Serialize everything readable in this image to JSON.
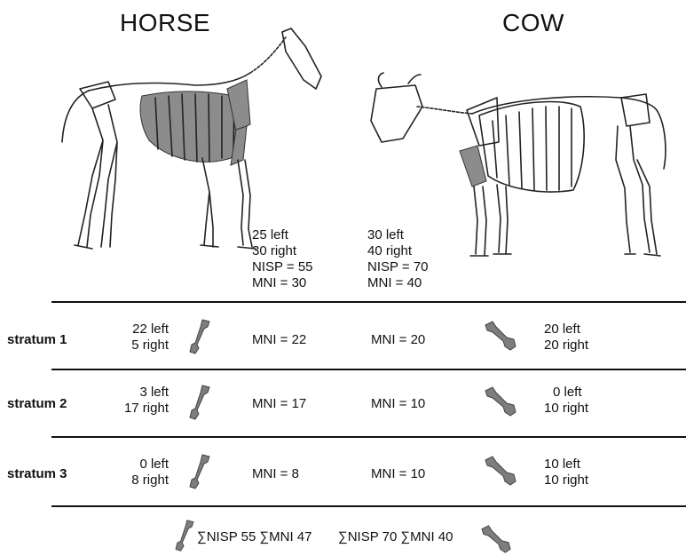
{
  "animals": {
    "horse": {
      "title": "HORSE",
      "left": "25 left",
      "right": "30 right",
      "nisp": "NISP = 55",
      "mni": "MNI = 30",
      "total": "∑NISP 55 ∑MNI 47"
    },
    "cow": {
      "title": "COW",
      "left": "30 left",
      "right": "40 right",
      "nisp": "NISP = 70",
      "mni": "MNI = 40",
      "total": "∑NISP 70 ∑MNI 40"
    }
  },
  "strata": [
    {
      "label": "stratum 1",
      "horse_left": "22 left",
      "horse_right": "5 right",
      "horse_mni": "MNI = 22",
      "cow_mni": "MNI = 20",
      "cow_left": "20 left",
      "cow_right": "20 right"
    },
    {
      "label": "stratum 2",
      "horse_left": "3 left",
      "horse_right": "17 right",
      "horse_mni": "MNI = 17",
      "cow_mni": "MNI = 10",
      "cow_left": "0 left",
      "cow_right": "10 right"
    },
    {
      "label": "stratum 3",
      "horse_left": "0 left",
      "horse_right": "8 right",
      "horse_mni": "MNI = 8",
      "cow_mni": "MNI = 10",
      "cow_left": "10 left",
      "cow_right": "10 right"
    }
  ],
  "icons": {
    "horse_skeleton": "horse-skeleton-icon",
    "cow_skeleton": "cow-skeleton-icon",
    "horse_bone": "horse-humerus-bone-icon",
    "cow_bone": "cow-humerus-bone-icon"
  },
  "colors": {
    "bone_fill": "#7d7d7d",
    "text": "#111111"
  }
}
